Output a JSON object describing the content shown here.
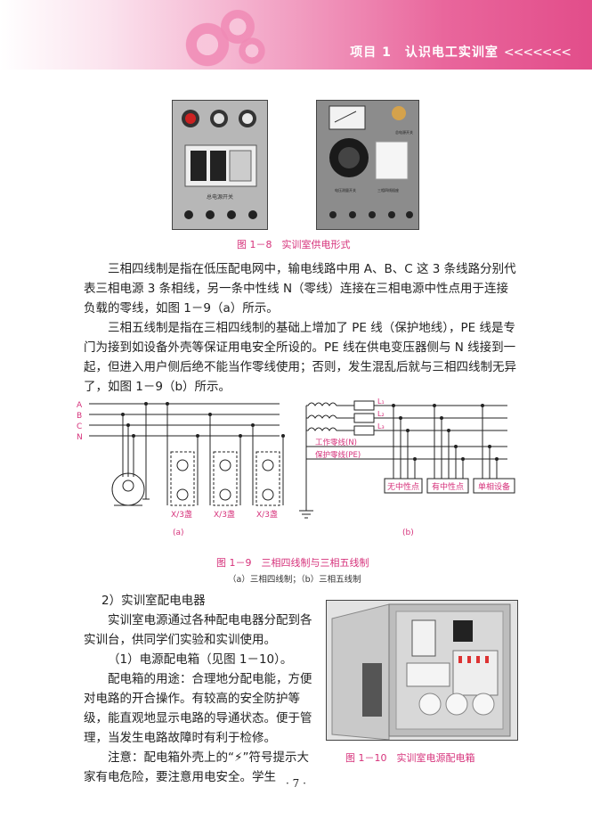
{
  "header": {
    "title": "项目 1　认识电工实训室",
    "chevrons": "<<<<<<<"
  },
  "figure_1_8": {
    "caption": "图 1－8　实训室供电形式",
    "left_photo": {
      "panel_label": "总电源开关"
    },
    "right_photo": {
      "label_a": "电压测量开关",
      "label_b": "三相四线插座",
      "label_c": "总电源开关"
    }
  },
  "paragraph_1": "三相四线制是指在低压配电网中，输电线路中用 A、B、C 这 3 条线路分别代表三相电源 3 条相线，另一条中性线 N（零线）连接在三相电源中性点用于连接负载的零线，如图 1－9（a）所示。",
  "paragraph_2": "三相五线制是指在三相四线制的基础上增加了 PE 线（保护地线），PE 线是专门为接到如设备外壳等保证用电安全所设的。PE 线在供电变压器侧与 N 线接到一起，但进入用户侧后绝不能当作零线使用；否则，发生混乱后就与三相四线制无异了，如图 1－9（b）所示。",
  "figure_1_9": {
    "diagram_a": {
      "line_labels": [
        "A",
        "B",
        "C",
        "N"
      ],
      "load_labels": [
        "X/3盏",
        "X/3盏",
        "X/3盏"
      ],
      "sub_label": "(a)"
    },
    "diagram_b": {
      "line_labels": [
        "L₁",
        "L₂",
        "L₃"
      ],
      "neutral_label": "工作零线(N)",
      "pe_label": "保护零线(PE)",
      "load_labels": [
        "无中性点",
        "有中性点",
        "单相设备"
      ],
      "sub_label": "(b)"
    },
    "caption": "图 1－9　三相四线制与三相五线制",
    "subcaption": "（a）三相四线制；（b）三相五线制"
  },
  "section_heading": "2）实训室配电电器",
  "paragraph_3": "实训室电源通过各种配电电器分配到各实训台，供同学们实验和实训使用。",
  "item_1": "（1）电源配电箱（见图 1－10）。",
  "paragraph_4": "配电箱的用途：合理地分配电能，方便对电路的开合操作。有较高的安全防护等级，能直观地显示电路的导通状态。便于管理，当发生电路故障时有利于检修。",
  "paragraph_5": "注意：配电箱外壳上的“⚡”符号提示大家有电危险，要注意用电安全。学生",
  "figure_1_10": {
    "caption": "图 1－10　实训室电源配电箱"
  },
  "page_number": "· 7 ·",
  "colors": {
    "accent": "#d6327b",
    "header_pink": "#e9669c"
  }
}
